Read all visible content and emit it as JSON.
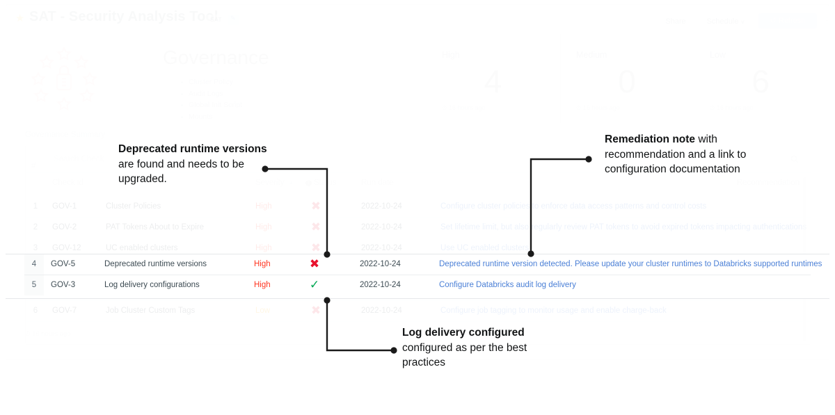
{
  "app": {
    "title": "SAT - Security Analysis Tool",
    "chip": "SAT",
    "star_icon": "star-icon",
    "edit_icon": "pencil-icon"
  },
  "toolbar": {
    "share_label": "Share",
    "schedule_label": "Schedule",
    "schedule_caret": "∨",
    "refresh_label": "Refresh",
    "refresh_icon": "↺",
    "kebab_label": "⋮"
  },
  "hero": {
    "title": "Governance",
    "bullets": [
      "Cluster Policy",
      "Audit Logs",
      "Global Init Script",
      "Mounts"
    ],
    "logo_icon": "shield-stars-icon"
  },
  "metrics": [
    {
      "label": "High",
      "value": "4",
      "timestamp": "16 hours ago"
    },
    {
      "label": "Medium",
      "value": "0",
      "timestamp": "16 hours ago"
    },
    {
      "label": "Low",
      "value": "6",
      "timestamp": "16 hours ago"
    }
  ],
  "summary": {
    "label": "Governance Summary",
    "footer_timestamp": "16 hours ago"
  },
  "search": {
    "placeholder": "Search Check...",
    "value": "",
    "icon": "search-icon"
  },
  "table": {
    "columns": {
      "index": "#",
      "check_id": "Check id",
      "check_name": "",
      "severity": "Severity",
      "status": "Status",
      "run_date": "Run date",
      "recommendation": "Recommendation"
    },
    "sort_caret": "▴",
    "status_info_icon": "i",
    "rows": [
      {
        "index": "1",
        "check_id": "GOV-1",
        "check_name": "Cluster Policies",
        "severity": "High",
        "status": "fail",
        "status_glyph": "✖",
        "run_date": "2022-10-24",
        "recommendation": "Configure cluster policies to enforce data access patterns and control costs"
      },
      {
        "index": "2",
        "check_id": "GOV-2",
        "check_name": "PAT Tokens About to Expire",
        "severity": "High",
        "status": "fail",
        "status_glyph": "✖",
        "run_date": "2022-10-24",
        "recommendation": "Set lifetime limit, but also regularly review PAT tokens to avoid expired tokens impacting authentications"
      },
      {
        "index": "3",
        "check_id": "GOV-12",
        "check_name": "UC enabled clusters",
        "severity": "High",
        "status": "fail",
        "status_glyph": "✖",
        "run_date": "2022-10-24",
        "recommendation": "Use UC enabled clusters"
      },
      {
        "index": "4",
        "check_id": "GOV-5",
        "check_name": "Deprecated runtime versions",
        "severity": "High",
        "status": "fail",
        "status_glyph": "✖",
        "run_date": "2022-10-24",
        "recommendation": "Deprecated runtime version detected. Please update your cluster runtimes to Databricks supported runtimes"
      },
      {
        "index": "5",
        "check_id": "GOV-3",
        "check_name": "Log delivery configurations",
        "severity": "High",
        "status": "pass",
        "status_glyph": "✓",
        "run_date": "2022-10-24",
        "recommendation": "Configure Databricks audit log delivery"
      },
      {
        "index": "6",
        "check_id": "GOV-7",
        "check_name": "Job Cluster Custom Tags",
        "severity": "Low",
        "status": "fail",
        "status_glyph": "✖",
        "run_date": "2022-10-24",
        "recommendation": "Configure job tagging to monitor usage and enable charge-back"
      }
    ]
  },
  "annotations": [
    {
      "id": "deprecated-runtime",
      "bold": "Deprecated runtime versions",
      "rest": " are found and needs to be upgraded."
    },
    {
      "id": "remediation-note",
      "bold": "Remediation note",
      "rest": " with recommendation and a link to configuration documentation"
    },
    {
      "id": "log-delivery",
      "bold": "Log delivery configured",
      "rest": "  configured as per the best practices"
    }
  ],
  "colors": {
    "severity_high": "#FF3621",
    "severity_low": "#FFAB00",
    "status_fail": "#E8112D",
    "status_pass": "#00A854",
    "link": "#4A7FD6",
    "accent": "#FF3621"
  }
}
